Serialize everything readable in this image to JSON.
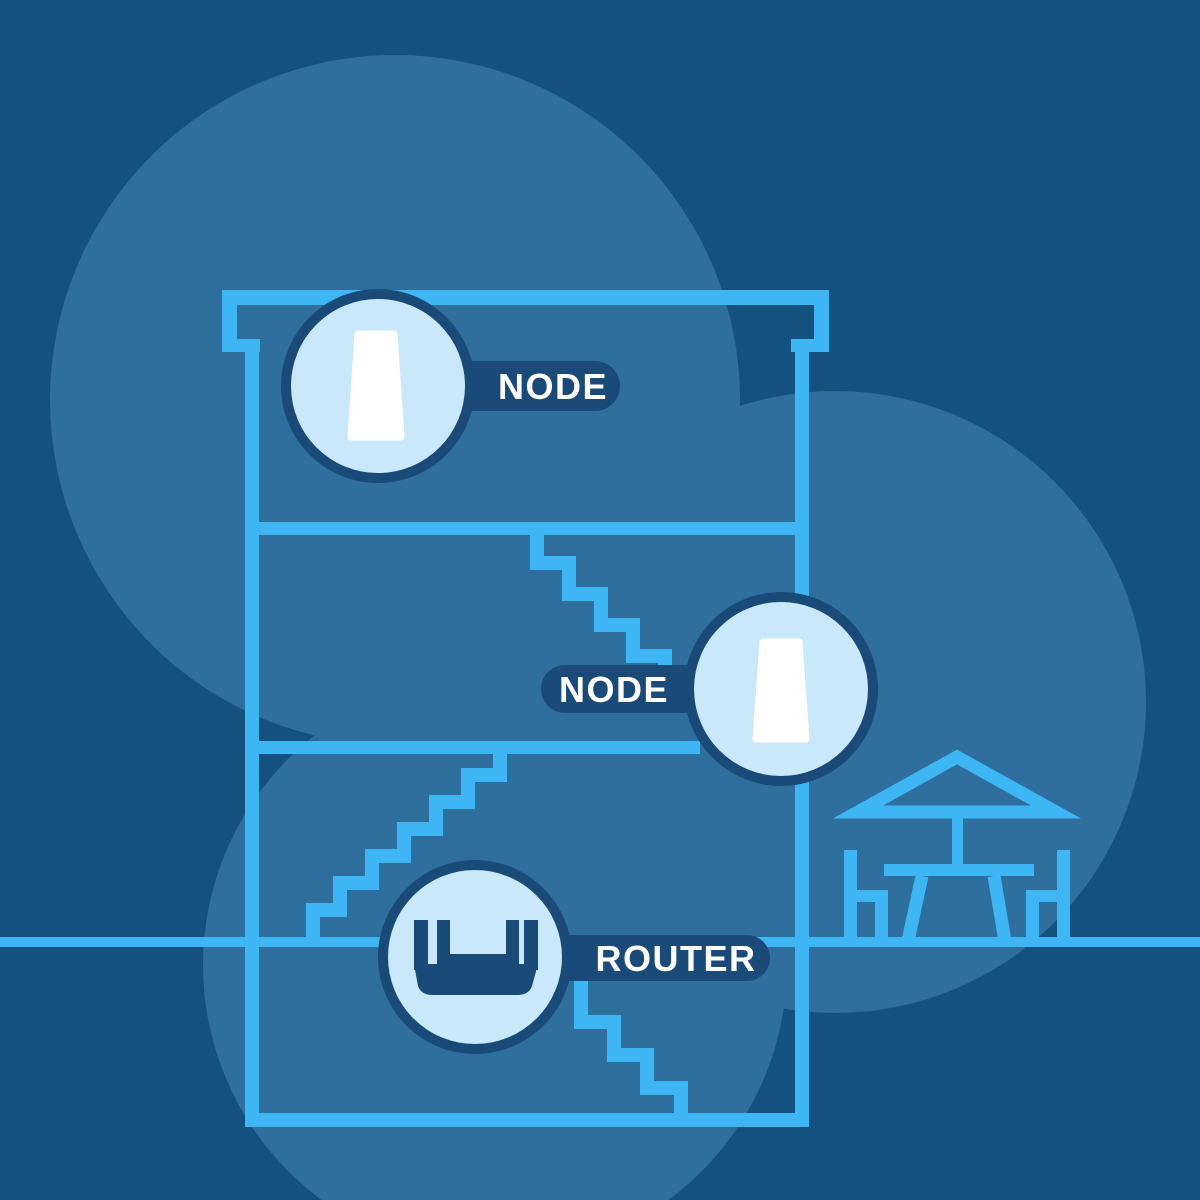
{
  "title": "Mesh Wi-Fi home coverage diagram",
  "colors": {
    "bg": "#14517E",
    "coverage": "#2E6F9D",
    "line": "#3DB6F3",
    "navy": "#1A4B78",
    "pale": "#C9E8FA",
    "device": "#FFFFFF",
    "text": "#FFFFFF"
  },
  "devices": [
    {
      "id": "node-top",
      "label": "NODE",
      "icon": "mesh-node-icon",
      "location": "top floor"
    },
    {
      "id": "node-middle",
      "label": "NODE",
      "icon": "mesh-node-icon",
      "location": "middle floor"
    },
    {
      "id": "router",
      "label": "ROUTER",
      "icon": "router-icon",
      "location": "ground floor"
    }
  ],
  "scene": {
    "coverage_circle_count": 3,
    "house_floors": 3,
    "stair_flights": 3,
    "outdoor_items": [
      "patio-umbrella-icon",
      "patio-table-icon",
      "chair-icon",
      "chair-icon"
    ]
  }
}
